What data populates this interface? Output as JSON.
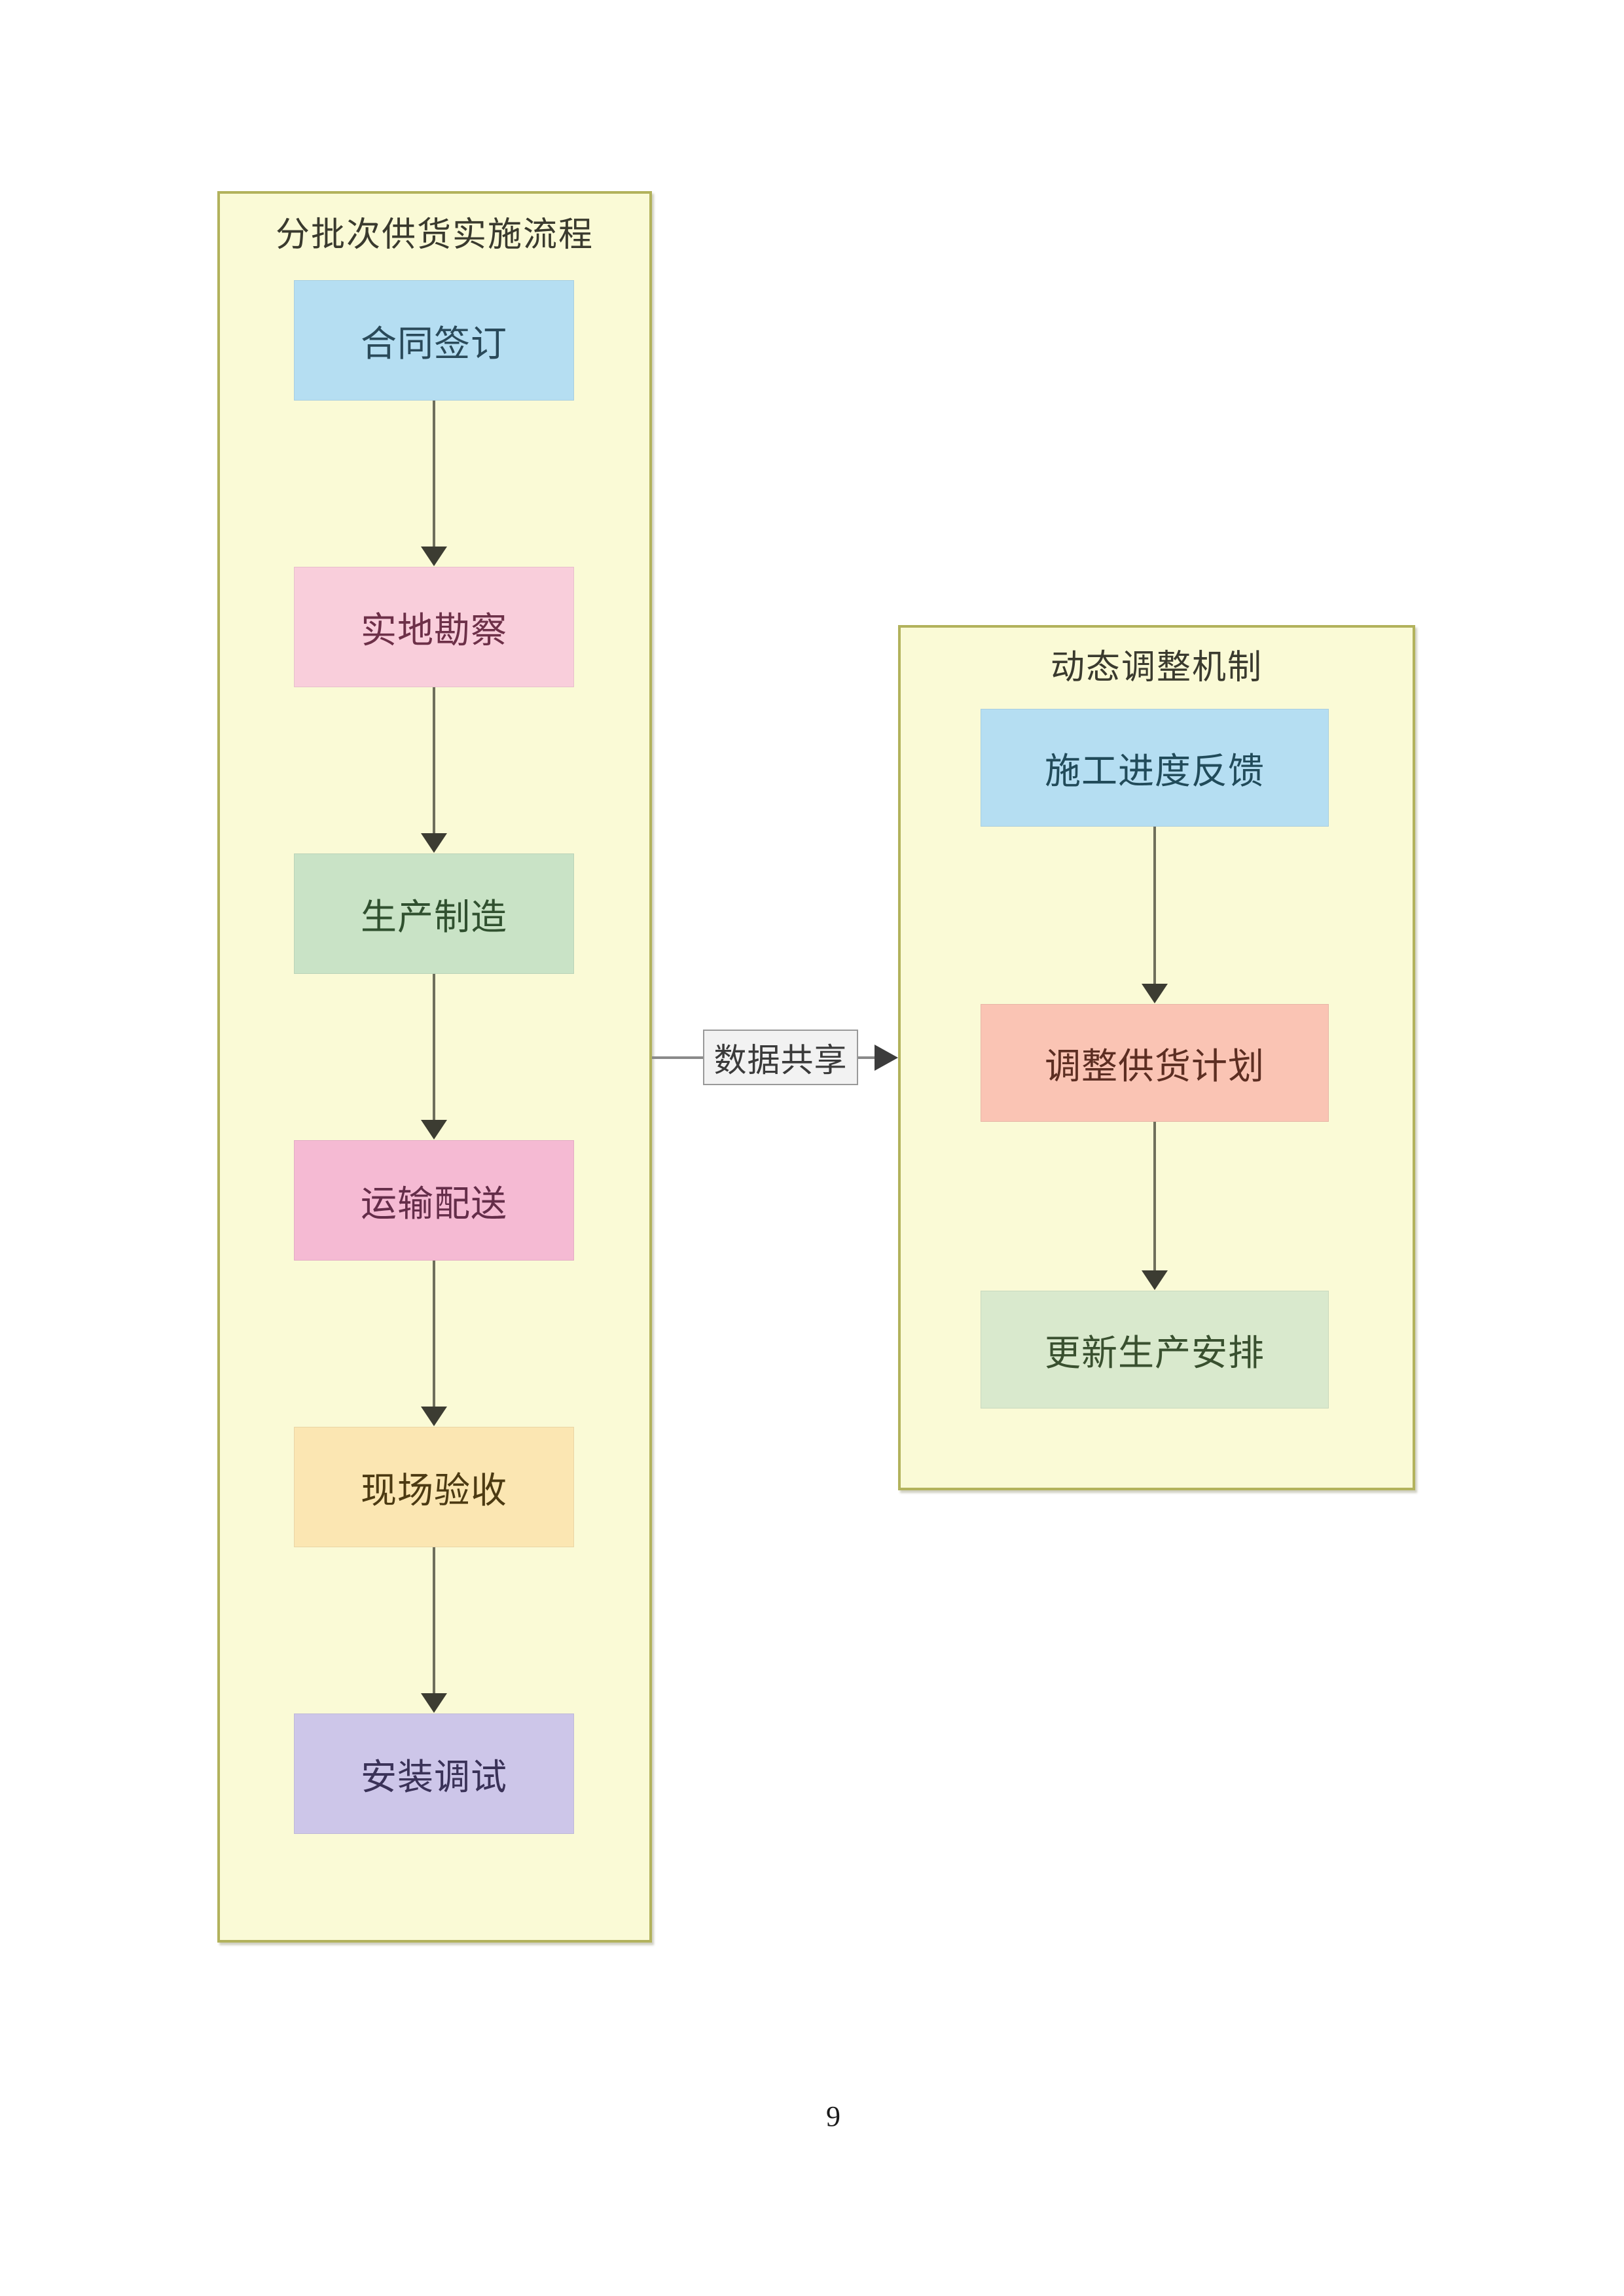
{
  "page": {
    "number": "9",
    "background": "#ffffff"
  },
  "diagram": {
    "panel_fill": "#fafad6",
    "panel_border": "#b2b25c",
    "title_color": "#3a3a2e",
    "arrow_line_color": "#6f6f5c",
    "arrow_head_color": "#3c3c32",
    "connector_line_color": "#8a8a8a",
    "left_panel": {
      "title": "分批次供货实施流程",
      "nodes": [
        {
          "label": "合同签订",
          "fill": "#b5def2",
          "text_color": "#2a4a5a"
        },
        {
          "label": "实地勘察",
          "fill": "#f9cedb",
          "text_color": "#6d3048"
        },
        {
          "label": "生产制造",
          "fill": "#c9e3c6",
          "text_color": "#30502f"
        },
        {
          "label": "运输配送",
          "fill": "#f5bad3",
          "text_color": "#642d49"
        },
        {
          "label": "现场验收",
          "fill": "#fbe6b2",
          "text_color": "#4c3a12"
        },
        {
          "label": "安装调试",
          "fill": "#cdc6e9",
          "text_color": "#3a3258"
        }
      ]
    },
    "right_panel": {
      "title": "动态调整机制",
      "nodes": [
        {
          "label": "施工进度反馈",
          "fill": "#b5def2",
          "text_color": "#214b5a"
        },
        {
          "label": "调整供货计划",
          "fill": "#fac4b4",
          "text_color": "#5c2e22"
        },
        {
          "label": "更新生产安排",
          "fill": "#d9e9cd",
          "text_color": "#39502f"
        }
      ]
    },
    "connector": {
      "label": "数据共享",
      "fill": "#f2f2f2",
      "border": "#999999",
      "text_color": "#3a3a3a"
    }
  }
}
